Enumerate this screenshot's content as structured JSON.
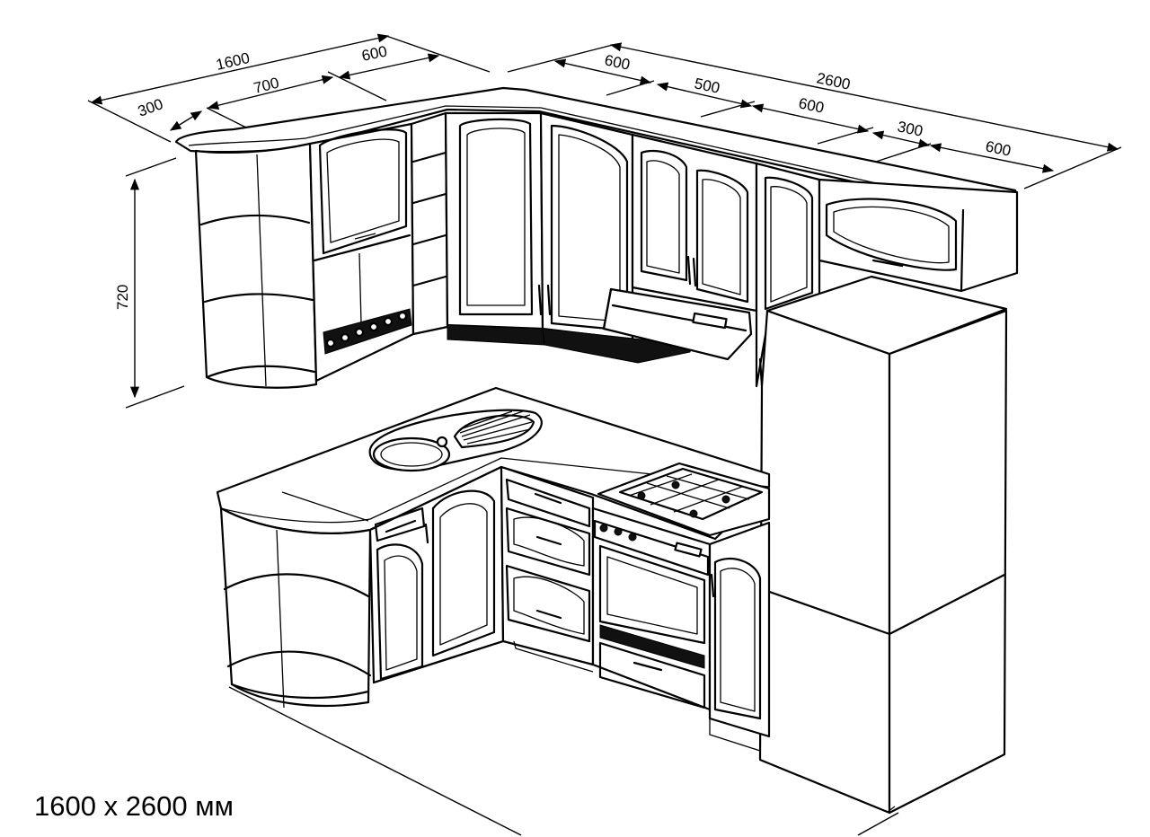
{
  "dimensions": {
    "left_total": "1600",
    "left_a": "300",
    "left_b": "700",
    "left_c": "600",
    "right_total": "2600",
    "right_a": "600",
    "right_b": "500",
    "right_c": "600",
    "right_d": "300",
    "right_e": "600",
    "height": "720"
  },
  "caption": "1600 x 2600 мм"
}
